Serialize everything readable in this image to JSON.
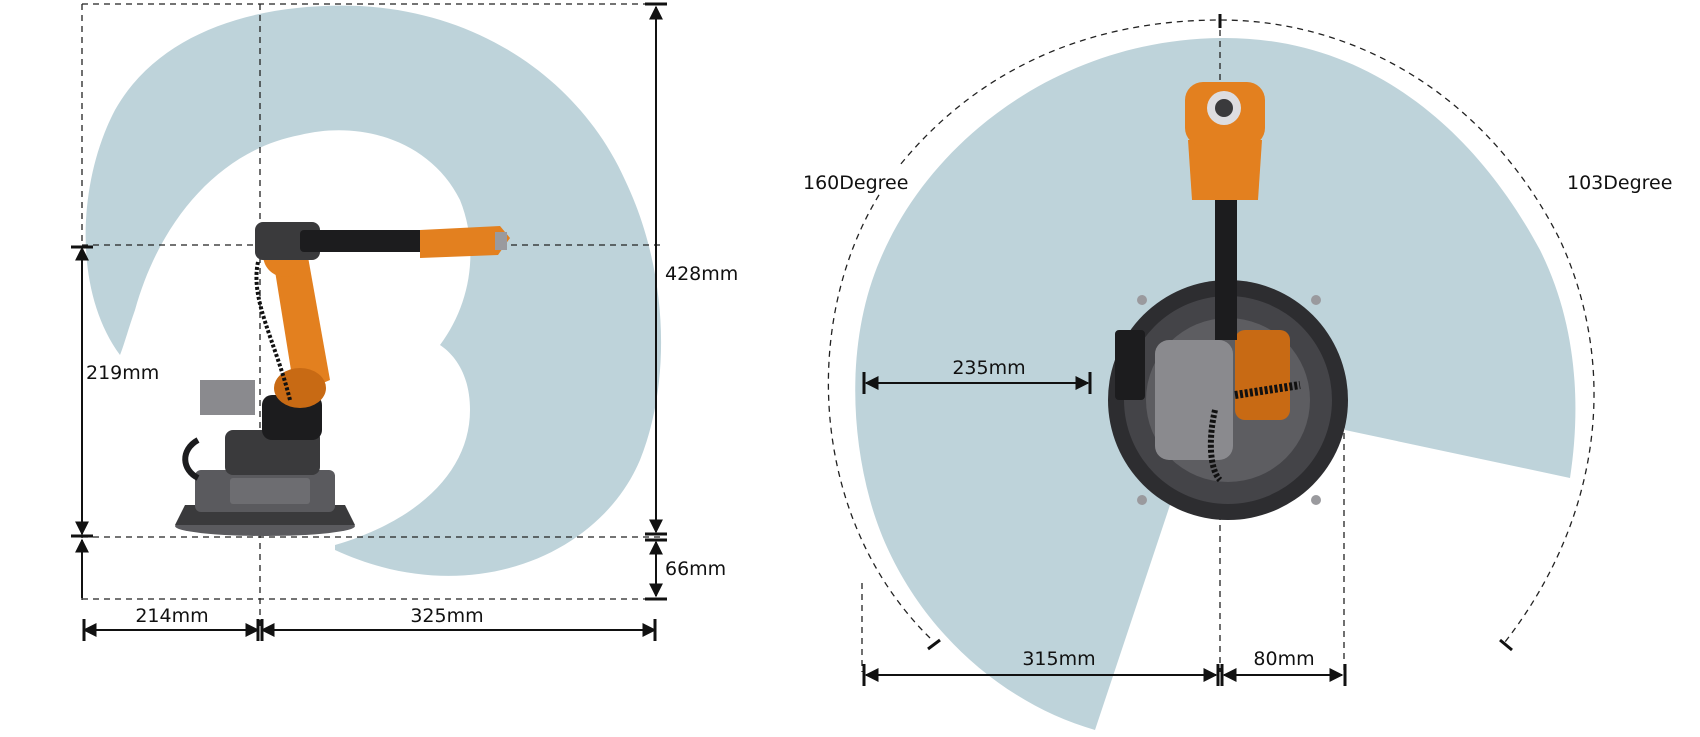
{
  "colors": {
    "workspace": "#bed3da",
    "robot_orange": "#e3801f",
    "robot_grey": "#3a3a3c",
    "line": "#111111"
  },
  "side_view": {
    "dim_base_offset": "214mm",
    "dim_reach": "325mm",
    "dim_shoulder_height": "219mm",
    "dim_total_height": "428mm",
    "dim_lower_reach": "66mm"
  },
  "top_view": {
    "dim_radius_left": "235mm",
    "dim_reach_left": "315mm",
    "dim_offset_right": "80mm",
    "angle_left": "160Degree",
    "angle_right": "103Degree"
  }
}
